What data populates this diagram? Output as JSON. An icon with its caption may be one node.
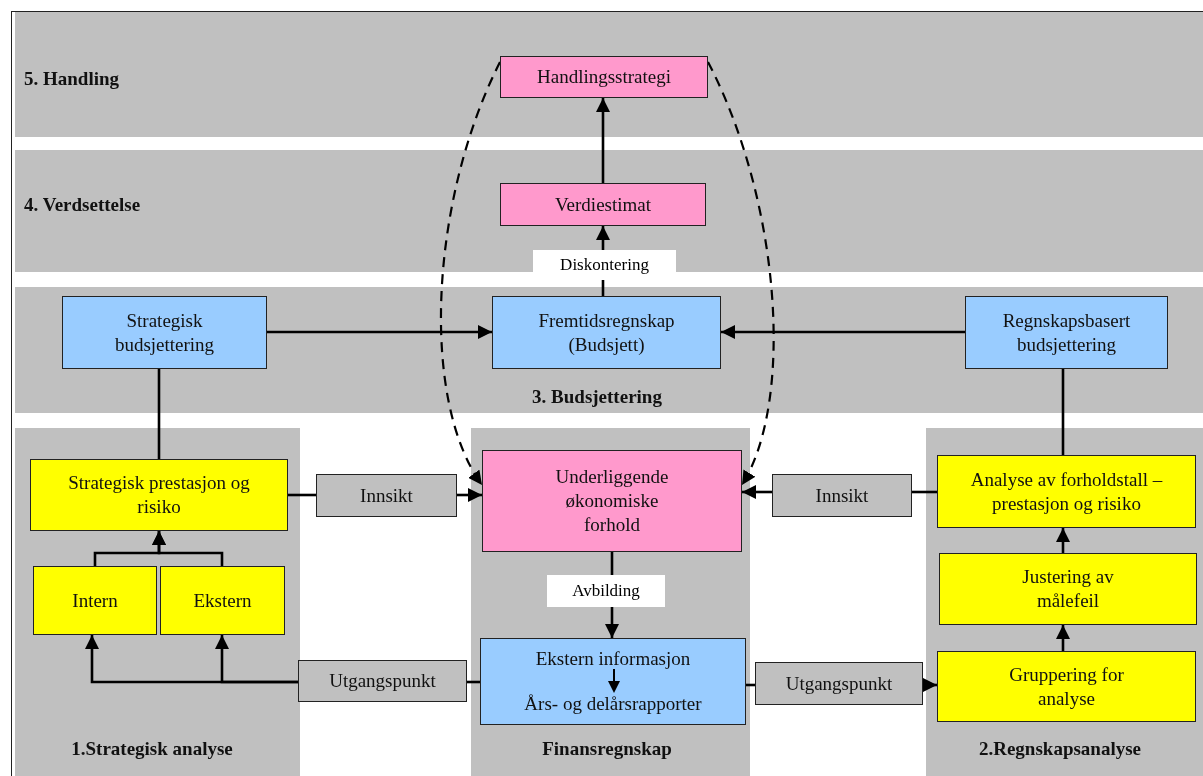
{
  "diagram": {
    "nodes": [
      {
        "text": [
          "5. Handling"
        ]
      },
      {
        "text": [
          "Handlingsstrategi"
        ],
        "in": 0
      },
      {
        "text": [
          "4. Verdsettelse"
        ]
      },
      {
        "text": [
          "Verdiestimat"
        ],
        "in": 2
      },
      {
        "text": [
          "3. Budsjettering"
        ]
      },
      {
        "text": [
          "Strategisk budsjettering"
        ],
        "in": 4
      },
      {
        "text": [
          "Fremtidsregnskap (Budsjett)"
        ],
        "in": 4
      },
      {
        "text": [
          "Regnskapsbasert budsjettering"
        ],
        "in": 4
      },
      {
        "text": [
          "1.Strategisk analyse"
        ]
      },
      {
        "text": [
          "Strategisk prestasjon og risiko"
        ],
        "in": 8
      },
      {
        "text": [
          "Intern"
        ],
        "in": 8
      },
      {
        "text": [
          "Ekstern"
        ],
        "in": 8
      },
      {
        "text": [
          "Innsikt"
        ]
      },
      {
        "text": [
          "Utgangspunkt"
        ]
      },
      {
        "text": [
          "Finansregnskap"
        ]
      },
      {
        "text": [
          "Underliggende økonomiske forhold"
        ],
        "in": 14
      },
      {
        "text": [
          "Ekstern informasjon",
          "Års- og delårsrapporter"
        ],
        "in": 14
      },
      {
        "text": [
          "2.Regnskapsanalyse"
        ]
      },
      {
        "text": [
          "Analyse av forholdstall – prestasjon og risiko"
        ],
        "in": 17
      },
      {
        "text": [
          "Justering av målefeil"
        ],
        "in": 17
      },
      {
        "text": [
          "Gruppering for analyse"
        ],
        "in": 17
      },
      {
        "text": [
          "Innsikt"
        ]
      },
      {
        "text": [
          "Utgangspunkt"
        ]
      }
    ],
    "edges": [
      {
        "from": 3,
        "to": 1,
        "arrow": "to"
      },
      {
        "from": 6,
        "to": 3,
        "arrow": "to",
        "label": "Diskontering"
      },
      {
        "from": 5,
        "to": 6,
        "arrow": "to"
      },
      {
        "from": 7,
        "to": 6,
        "arrow": "to"
      },
      {
        "from": 9,
        "to": 5,
        "arrow": "none"
      },
      {
        "from": 18,
        "to": 7,
        "arrow": "none"
      },
      {
        "from": 10,
        "to": 9,
        "arrow": "to"
      },
      {
        "from": 11,
        "to": 9,
        "arrow": "to"
      },
      {
        "from": 9,
        "to": 12,
        "arrow": "none"
      },
      {
        "from": 12,
        "to": 15,
        "arrow": "to"
      },
      {
        "from": 18,
        "to": 21,
        "arrow": "none"
      },
      {
        "from": 21,
        "to": 15,
        "arrow": "to"
      },
      {
        "from": 15,
        "to": 16,
        "arrow": "to",
        "label": "Avbilding"
      },
      {
        "from": 16,
        "to": 13,
        "arrow": "none"
      },
      {
        "from": 13,
        "to": 10,
        "arrow": "to"
      },
      {
        "from": 13,
        "to": 11,
        "arrow": "to"
      },
      {
        "from": 16,
        "to": 22,
        "arrow": "none"
      },
      {
        "from": 22,
        "to": 20,
        "arrow": "to"
      },
      {
        "from": 20,
        "to": 19,
        "arrow": "to"
      },
      {
        "from": 19,
        "to": 18,
        "arrow": "to"
      },
      {
        "from": 1,
        "to": 15,
        "arrow": "to",
        "style": "dashed"
      },
      {
        "from": 1,
        "to": 15,
        "arrow": "to",
        "style": "dashed"
      }
    ]
  }
}
